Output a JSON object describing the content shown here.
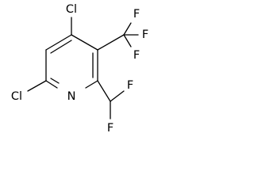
{
  "molecule": {
    "atoms": {
      "cl_top": "Cl",
      "cl_left": "Cl",
      "n_ring": "N",
      "f_cf3_top": "F",
      "f_cf3_right": "F",
      "f_cf3_bottom": "F",
      "f_chf2_top": "F",
      "f_chf2_bottom": "F"
    }
  }
}
